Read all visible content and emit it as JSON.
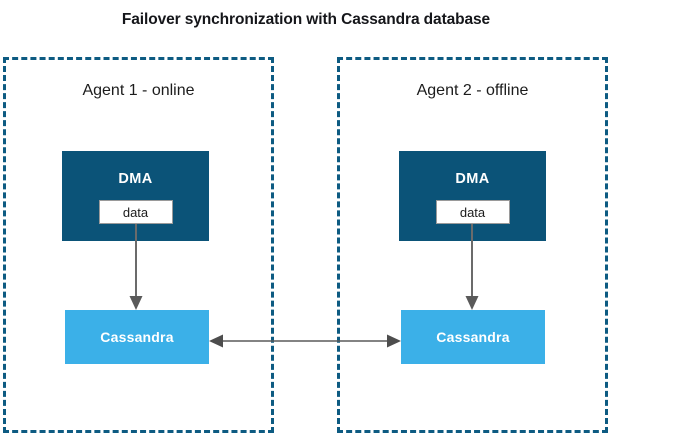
{
  "title": "Failover synchronization with Cassandra database",
  "agents": [
    {
      "id": "agent-1",
      "label": "Agent 1 - online",
      "dma": {
        "label": "DMA",
        "data_chip": "data"
      },
      "database": {
        "label": "Cassandra"
      }
    },
    {
      "id": "agent-2",
      "label": "Agent 2 - offline",
      "dma": {
        "label": "DMA",
        "data_chip": "data"
      },
      "database": {
        "label": "Cassandra"
      }
    }
  ],
  "connectors": {
    "dma_to_cassandra": {
      "direction": "down",
      "style": "solid",
      "color": "#6b6b6b"
    },
    "cassandra_sync": {
      "direction": "bidirectional",
      "style": "solid",
      "color": "#5a5a5a"
    }
  },
  "colors": {
    "dashed_border": "#0d5b82",
    "dma_fill": "#0b5378",
    "cassandra_fill": "#3bb0e8",
    "arrow": "#5a5a5a",
    "title_text": "#15161a",
    "label_text": "#1c1c1c",
    "box_text": "#ffffff",
    "chip_bg": "#ffffff",
    "chip_border": "#9a9a9a",
    "background": "#ffffff"
  }
}
